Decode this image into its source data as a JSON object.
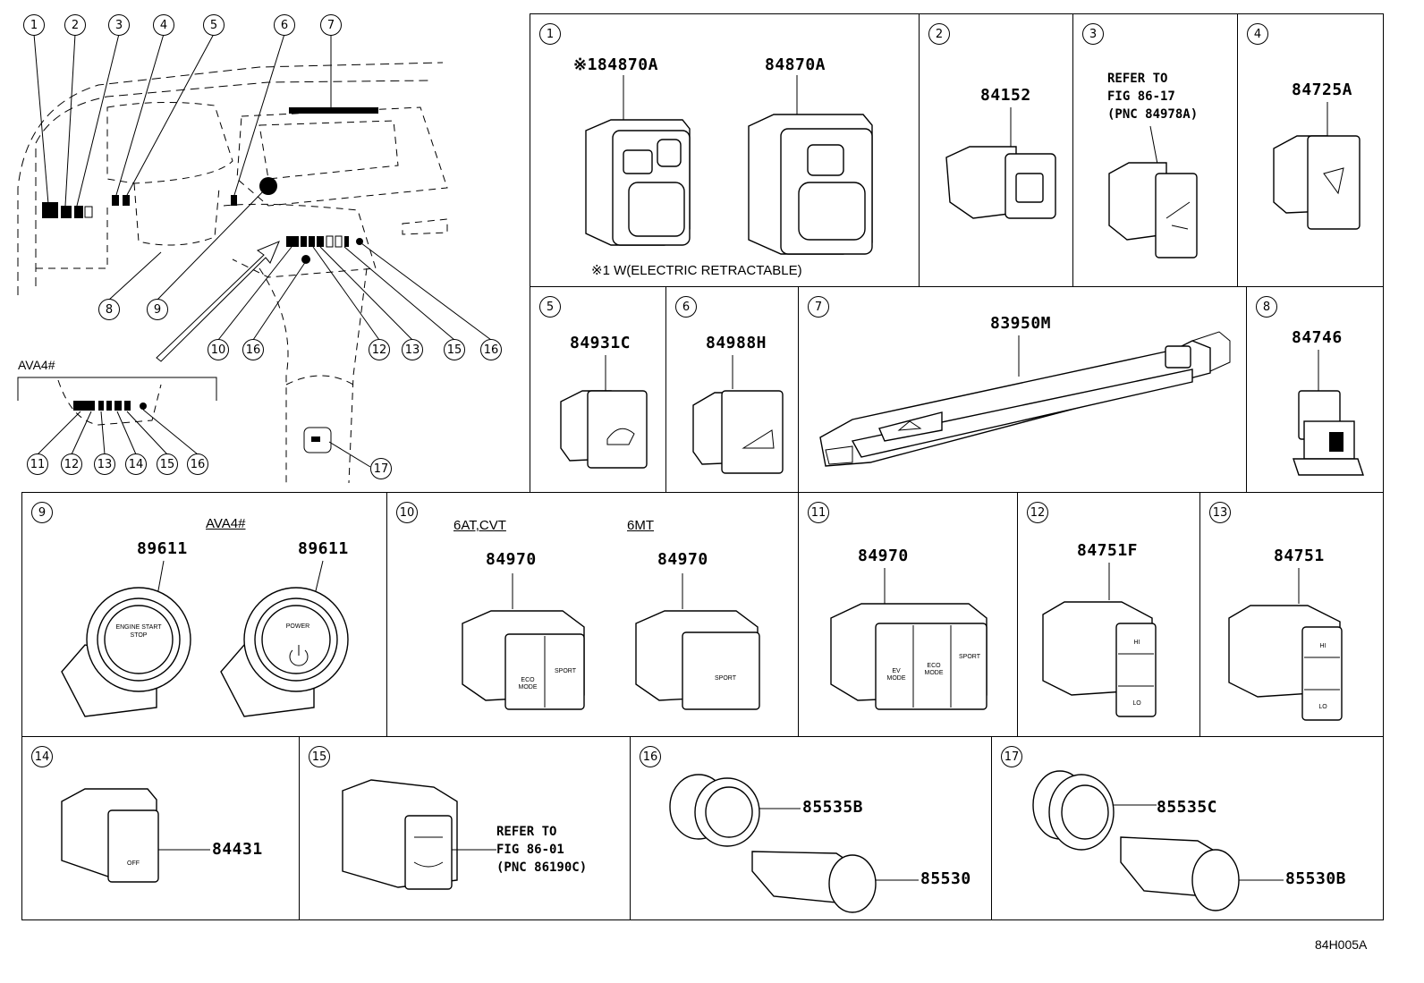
{
  "overview": {
    "callouts_top": [
      "1",
      "2",
      "3",
      "4",
      "5",
      "6",
      "7"
    ],
    "callouts_left": [
      "8",
      "9"
    ],
    "callouts_console": [
      "10",
      "16",
      "12",
      "13",
      "15",
      "16"
    ],
    "callout_17": "17",
    "variant_label": "AVA4#",
    "variant_callouts": [
      "11",
      "12",
      "13",
      "14",
      "15",
      "16"
    ]
  },
  "cells": [
    {
      "num": "1",
      "parts": [
        "※184870A",
        "84870A"
      ],
      "note": "※1 W(ELECTRIC RETRACTABLE)"
    },
    {
      "num": "2",
      "parts": [
        "84152"
      ]
    },
    {
      "num": "3",
      "ref": "REFER TO\nFIG 86-17\n(PNC 84978A)"
    },
    {
      "num": "4",
      "parts": [
        "84725A"
      ]
    },
    {
      "num": "5",
      "parts": [
        "84931C"
      ]
    },
    {
      "num": "6",
      "parts": [
        "84988H"
      ]
    },
    {
      "num": "7",
      "parts": [
        "83950M"
      ]
    },
    {
      "num": "8",
      "parts": [
        "84746"
      ]
    },
    {
      "num": "9",
      "variants": [
        "AVA4#"
      ],
      "parts": [
        "89611",
        "89611"
      ],
      "button_labels": [
        "ENGINE START STOP",
        "POWER"
      ]
    },
    {
      "num": "10",
      "variants": [
        "6AT,CVT",
        "6MT"
      ],
      "parts": [
        "84970",
        "84970"
      ],
      "button_labels": [
        "ECO MODE",
        "SPORT",
        "SPORT"
      ]
    },
    {
      "num": "11",
      "parts": [
        "84970"
      ],
      "button_labels": [
        "EV MODE",
        "ECO MODE",
        "SPORT"
      ]
    },
    {
      "num": "12",
      "parts": [
        "84751F"
      ],
      "button_labels": [
        "HI",
        "LO"
      ]
    },
    {
      "num": "13",
      "parts": [
        "84751"
      ],
      "button_labels": [
        "HI",
        "LO"
      ]
    },
    {
      "num": "14",
      "parts": [
        "84431"
      ],
      "button_labels": [
        "OFF"
      ]
    },
    {
      "num": "15",
      "ref": "REFER TO\nFIG 86-01\n(PNC 86190C)"
    },
    {
      "num": "16",
      "parts": [
        "85535B",
        "85530"
      ]
    },
    {
      "num": "17",
      "parts": [
        "85535C",
        "85530B"
      ]
    }
  ],
  "figure_id": "84H005A"
}
